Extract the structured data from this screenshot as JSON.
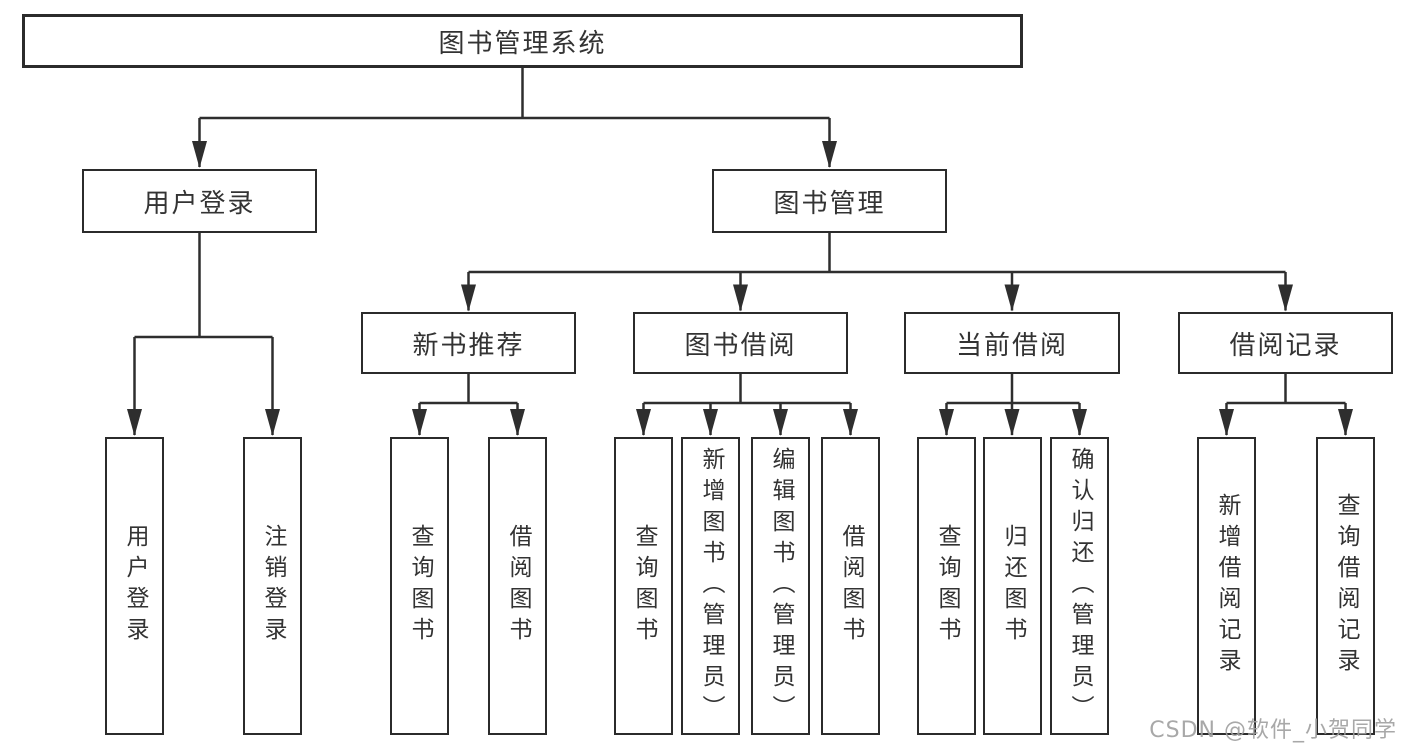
{
  "tree": {
    "label": "图书管理系统",
    "children": [
      {
        "label": "用户登录",
        "children": [
          {
            "label": "用户登录"
          },
          {
            "label": "注销登录"
          }
        ]
      },
      {
        "label": "图书管理",
        "children": [
          {
            "label": "新书推荐",
            "children": [
              {
                "label": "查询图书"
              },
              {
                "label": "借阅图书"
              }
            ]
          },
          {
            "label": "图书借阅",
            "children": [
              {
                "label": "查询图书"
              },
              {
                "label": "新增图书（管理员）"
              },
              {
                "label": "编辑图书（管理员）"
              },
              {
                "label": "借阅图书"
              }
            ]
          },
          {
            "label": "当前借阅",
            "children": [
              {
                "label": "查询图书"
              },
              {
                "label": "归还图书"
              },
              {
                "label": "确认归还（管理员）"
              }
            ]
          },
          {
            "label": "借阅记录",
            "children": [
              {
                "label": "新增借阅记录"
              },
              {
                "label": "查询借阅记录"
              }
            ]
          }
        ]
      }
    ]
  },
  "watermark": "CSDN @软件_小贺同学",
  "colors": {
    "line": "#2e2e2e",
    "box_border": "#2b2b2b",
    "box_fill": "#ffffff",
    "text": "#333333",
    "watermark": "#9e9e9e",
    "background": "#ffffff"
  }
}
